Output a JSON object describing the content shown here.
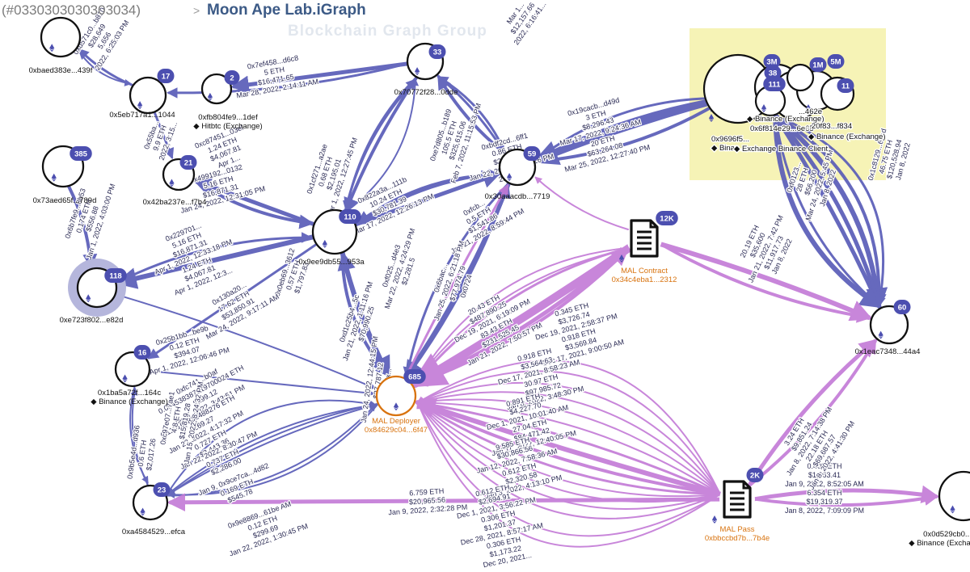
{
  "header": {
    "id": "(#0330303030303034)",
    "separator": ">",
    "title": "Moon Ape Lab.iGraph",
    "watermark": "Blockchain Graph Group"
  },
  "colors": {
    "edge_blue": "#5a5db8",
    "edge_pink": "#c37ad6",
    "node_badge": "#4c4fb0",
    "highlight": "#f6f3b6",
    "orange_label": "#d8730f"
  },
  "nodes": [
    {
      "id": "n_bae",
      "label": "0xbaed383e...439f",
      "sub": "",
      "badge": "",
      "icon": "ethereum-icon"
    },
    {
      "id": "n_5eb",
      "label": "0x5eb717a1...1044",
      "sub": "",
      "badge": "17",
      "icon": "ethereum-icon"
    },
    {
      "id": "n_fb8",
      "label": "0xfb804fe9...1def",
      "sub": "◆ Hitbtc (Exchange)",
      "badge": "2",
      "icon": "ethereum-icon"
    },
    {
      "id": "n_707",
      "label": "0x70772f28...0dde",
      "sub": "",
      "badge": "33",
      "icon": "ethereum-icon"
    },
    {
      "id": "n_73a",
      "label": "0x73aed65f...789d",
      "sub": "",
      "badge": "385",
      "icon": "ethereum-icon"
    },
    {
      "id": "n_42b",
      "label": "0x42ba237e...f7b4",
      "sub": "",
      "badge": "21",
      "icon": "ethereum-icon"
    },
    {
      "id": "n_9ee",
      "label": "0x9ee9db55...953a",
      "sub": "",
      "badge": "110",
      "icon": "ethereum-icon"
    },
    {
      "id": "n_30a",
      "label": "0x30aaacdb...7719",
      "sub": "",
      "badge": "59",
      "icon": "ethereum-icon"
    },
    {
      "id": "n_e72",
      "label": "0xe723f802...e82d",
      "sub": "",
      "badge": "118",
      "icon": "ethereum-icon"
    },
    {
      "id": "n_1ba",
      "label": "0x1ba5a72f...164c",
      "sub": "◆ Binance (Exchange)",
      "badge": "16",
      "icon": "ethereum-icon"
    },
    {
      "id": "n_a45",
      "label": "0xa4584529...efca",
      "sub": "",
      "badge": "23",
      "icon": "ethereum-icon"
    },
    {
      "id": "n_dep",
      "label": "MAL Deployer",
      "sub": "0x84629c04...6f47",
      "badge": "685",
      "icon": "ethereum-icon"
    },
    {
      "id": "n_con",
      "label": "MAL Contract",
      "sub": "0x34c4eba1...2312",
      "badge": "12K",
      "icon": "document-icon"
    },
    {
      "id": "n_pas",
      "label": "MAL Pass",
      "sub": "0xbbccbd7b...7b4e",
      "badge": "2K",
      "icon": "document-icon"
    },
    {
      "id": "n_1ea",
      "label": "0x1eac7348...44a4",
      "sub": "",
      "badge": "60",
      "icon": "ethereum-icon"
    },
    {
      "id": "n_0d5",
      "label": "0x0d529cb0...",
      "sub": "◆ Binance (Exchange)",
      "badge": "",
      "icon": "ethereum-icon"
    }
  ],
  "cluster": {
    "badges": [
      "3M",
      "38",
      "111",
      "1M",
      "5M",
      "11"
    ],
    "labels": [
      "0x9696f5...",
      "◆ Binan...",
      "0x6f814e29...6e65",
      "◆ Binance (Exchange)",
      "◆ Exchange Binance Client",
      "...462e",
      "...20f83...f834",
      "◆ Binance (Exchange)"
    ]
  },
  "edge_labels": [
    {
      "id": "e1",
      "lines": [
        "0x7ef458...d6c8",
        "5 ETH",
        "$16,471.65",
        "Mar 28, 2022, 2:14:11 AM"
      ]
    },
    {
      "id": "e2",
      "lines": [
        "0xd571c0...b810",
        "$28,649",
        "5,656",
        "2022, 6:25:03 PM"
      ]
    },
    {
      "id": "e3",
      "lines": [
        "Mar 1...",
        "$12,157.66",
        "2022, 6:16:41..."
      ]
    },
    {
      "id": "e4",
      "lines": [
        "0x55ba...",
        "9.9 ETH",
        "2022, 3:15..."
      ]
    },
    {
      "id": "e5",
      "lines": [
        "0xe7d805...b189",
        "105.5 ETH",
        "$325,615.06",
        "Feb 7, 2022, 11:15:53 PM"
      ]
    },
    {
      "id": "e6",
      "lines": [
        "0xc87451...03el",
        "1.24 ETH",
        "$4,067.81",
        "Apr 1..."
      ]
    },
    {
      "id": "e7",
      "lines": [
        "0x499192...0132",
        "5.16 ETH",
        "$16,871.31",
        "Jan 24, 2022, 12:31:05 PM"
      ]
    },
    {
      "id": "e8",
      "lines": [
        "0x229701...",
        "5.16 ETH",
        "$16,871.31",
        "Apr 1, 2022, 12:33:18 PM",
        "1.24 ETH",
        "$4,067.81",
        "Apr 1, 2022, 12:3..."
      ]
    },
    {
      "id": "e9",
      "lines": [
        "0x6b7fe9...8b53",
        "0.174 ETH",
        "$556.88",
        "Jan 1, 2022, 4:03:00 PM"
      ]
    },
    {
      "id": "e10",
      "lines": [
        "0x19cacb...d49d",
        "3 ETH",
        "$8,296.43",
        "Mar 17, 2022, 9:24:36 AM",
        "20 ETH",
        "$63,264.08",
        "Mar 25, 2022, 12:27:40 PM"
      ]
    },
    {
      "id": "e11",
      "lines": [
        "0xbdf2cd...6ff1",
        "0.86 ETH",
        "$2,481.86",
        "Jan 22, 2022, 12:24:26 PM",
        "22.7 ETH"
      ]
    },
    {
      "id": "e12",
      "lines": [
        "0x822a3a...111b",
        "10.24 ETH",
        "$30,781.39",
        "Mar 17, 2022, 12:26:13 PM"
      ]
    },
    {
      "id": "e13",
      "lines": [
        "0xfcb...",
        "0.5 ETH",
        "$1,541.86",
        "Jan 21, 2022, 8:59:44 PM"
      ]
    },
    {
      "id": "e14",
      "lines": [
        "0x1cf271...a2ae",
        "0.68 ETH",
        "$2,195.01",
        "Apr 1, 2022, 12:27:45 PM"
      ]
    },
    {
      "id": "e15",
      "lines": [
        "0x25b1bb...be9b",
        "0.12 ETH",
        "$394.07",
        "Apr 1, 2022, 12:06:46 PM"
      ]
    },
    {
      "id": "e16",
      "lines": [
        "0x0eb69...3612",
        "0.57 ETH",
        "$1,797.83"
      ]
    },
    {
      "id": "e17",
      "lines": [
        "0x130a20...",
        "17.62 ETH",
        "$53,850.91",
        "Mar 24, 2022, 9:17:11 AM"
      ]
    },
    {
      "id": "e18",
      "lines": [
        "0xfc741...b0af",
        "0.094538387619700024 ETH",
        "$299.12",
        "Jan 9, 2022, 3:43:51 PM"
      ]
    },
    {
      "id": "e19",
      "lines": [
        "0.113164831488276 ETH",
        "$269.27",
        "Jan 22, 2022, 4:17:32 PM",
        "0.727 ETH",
        "$2,443.36"
      ]
    },
    {
      "id": "e20",
      "lines": [
        "Jan 22, 2022, 8:30:47 PM",
        "0.737 ETH",
        "$2,286.00"
      ]
    },
    {
      "id": "e21",
      "lines": [
        "Jan 9, 0x9ce7ca...4d82",
        "0.169 ETH",
        "$545.78"
      ]
    },
    {
      "id": "e22",
      "lines": [
        "0x9e8869...61be AM",
        "0.12 ETH",
        "$299.69",
        "Jan 22, 2022, 1:30:45 PM"
      ]
    },
    {
      "id": "e23",
      "lines": [
        "0xc97e07...7ae1",
        "4.8 ETH",
        "$15,819.28",
        "Jan 15, 2022, 8:24:32 PM"
      ]
    },
    {
      "id": "e24",
      "lines": [
        "0x9b5e4d...d936",
        "0.6 ETH",
        "$2,017.26"
      ]
    },
    {
      "id": "e25",
      "lines": [
        "20.43 ETH",
        "$487,890.25",
        "Dec 19, 2021, 6:19:09 PM",
        "83.43 ETH",
        "$231,525.45",
        "Jan 21, 2022, 7:50:57 PM"
      ]
    },
    {
      "id": "e26",
      "lines": [
        "0.345 ETH",
        "$3,726.74",
        "Dec 19, 2021, 2:58:37 PM",
        "0.918 ETH",
        "$3,569.84",
        "Dec 17, 2021, 9:00:50 AM"
      ]
    },
    {
      "id": "e27",
      "lines": [
        "0.918 ETH",
        "$3,564.63",
        "Dec 17, 2021, 8:58:23 AM",
        "30.97 ETH",
        "$97,985.72",
        "Jan 8, 2022, 3:48:30 PM"
      ]
    },
    {
      "id": "e28",
      "lines": [
        "0.891 ETH",
        "$4,227.70",
        "Dec 1, 2021, 10:01:40 AM",
        "27.04 ETH",
        "$84,471.42",
        "Jan 11, 2022, 12:40:05 PM"
      ]
    },
    {
      "id": "e29",
      "lines": [
        "9.585 ETH",
        "$30,866.56",
        "Jan 12, 2022, 7:58:36 AM",
        "0.612 ETH",
        "$2,320.58",
        "Jan 3, 2022, 4:13:10 PM"
      ]
    },
    {
      "id": "e30",
      "lines": [
        "0.612 ETH",
        "$2,694.91",
        "Dec 1, 2021, 3:56:22 PM",
        "0.306 ETH",
        "$1,201.37",
        "Dec 28, 2021, 8:57:17 AM",
        "0.306 ETH",
        "$1,173.22",
        "Dec 20, 2021..."
      ]
    },
    {
      "id": "e31",
      "lines": [
        "6.759 ETH",
        "$20,965.56",
        "Jan 9, 2022, 2:32:28 PM"
      ]
    },
    {
      "id": "e32",
      "lines": [
        "0.405 ETH",
        "$1,263.41",
        "Jan 9, 2022, 8:52:05 AM",
        "6.354 ETH",
        "$19,319.37",
        "Jan 8, 2022, 7:09:09 PM"
      ]
    },
    {
      "id": "e33",
      "lines": [
        "3.24 ETH",
        "$9,851.24",
        "Jan 8, 2022, 7:14:38 PM",
        "22.18 ETH",
        "$69,687.57",
        "Jan 8, 2022, 4:41:30 PM"
      ]
    },
    {
      "id": "e34",
      "lines": [
        "20.19 ETH",
        "$35,600",
        "Jan 21, 2022, 7:42 PM",
        "$11,917.73",
        "Jan 8, 2022"
      ]
    },
    {
      "id": "e35",
      "lines": [
        "0x1c8129...6ced",
        "46.75 ETH",
        "$120,528.94",
        "Jan 8, 2022"
      ]
    },
    {
      "id": "e36",
      "lines": [
        "0xf0123...",
        "28 ETH",
        "$56,200",
        "Mar 24, 2022, 5:45 PM",
        "Jan 8, 2022"
      ]
    },
    {
      "id": "e37",
      "lines": [
        "0x6bac...",
        "Jan 25, 2022, 6:21:18 PM",
        "$77,974.79",
        "0x0724"
      ]
    },
    {
      "id": "e38",
      "lines": [
        "0xf025...d4e3",
        "Mar 22, 2022, 4:24:29 PM",
        "$2,281.5"
      ]
    },
    {
      "id": "e39",
      "lines": [
        "0xd1c25b4...5c",
        "Jan 21, 2022, 1:11:16 PM",
        "$70,990.25"
      ]
    },
    {
      "id": "e40",
      "lines": [
        "Jan 24, 2022, 12:44:15 PM",
        "$27,787.12",
        "Jan 0x..."
      ]
    }
  ]
}
